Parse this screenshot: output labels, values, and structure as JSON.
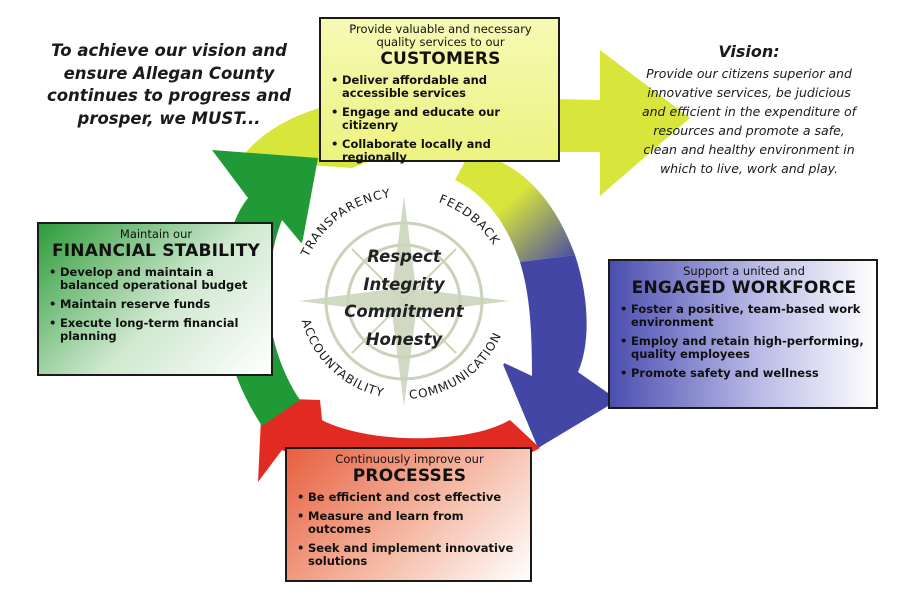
{
  "intro_text": "To achieve our vision and ensure Allegan County continues to progress and prosper, we MUST...",
  "vision": {
    "title": "Vision:",
    "text": "Provide our citizens superior and innovative services, be judicious and efficient in the expenditure of resources and promote a safe, clean and healthy environment in which to live, work and play."
  },
  "customers": {
    "subtitle": "Provide valuable and necessary quality services to our",
    "heading": "CUSTOMERS",
    "items": [
      "Deliver affordable and accessible services",
      "Engage and educate our citizenry",
      "Collaborate locally and regionally"
    ]
  },
  "financial": {
    "subtitle": "Maintain our",
    "heading": "FINANCIAL STABILITY",
    "items": [
      "Develop and maintain a balanced operational budget",
      "Maintain reserve funds",
      "Execute long-term financial planning"
    ]
  },
  "workforce": {
    "subtitle": "Support a united and",
    "heading": "ENGAGED WORKFORCE",
    "items": [
      "Foster a positive, team-based work environment",
      "Employ and retain high-performing, quality employees",
      "Promote safety and wellness"
    ]
  },
  "processes": {
    "subtitle": "Continuously improve our",
    "heading": "PROCESSES",
    "items": [
      "Be efficient and cost effective",
      "Measure and learn from outcomes",
      "Seek  and implement innovative solutions"
    ]
  },
  "ring_words": [
    "TRANSPARENCY",
    "FEEDBACK",
    "COMMUNICATION",
    "ACCOUNTABILITY"
  ],
  "core_values": [
    "Respect",
    "Integrity",
    "Commitment",
    "Honesty"
  ],
  "colors": {
    "yellow_arrow": "#d8e53a",
    "blue_arrow": "#4446a6",
    "red_arrow": "#e02a22",
    "green_arrow": "#1f9a36",
    "compass": "#c9d3b8"
  }
}
